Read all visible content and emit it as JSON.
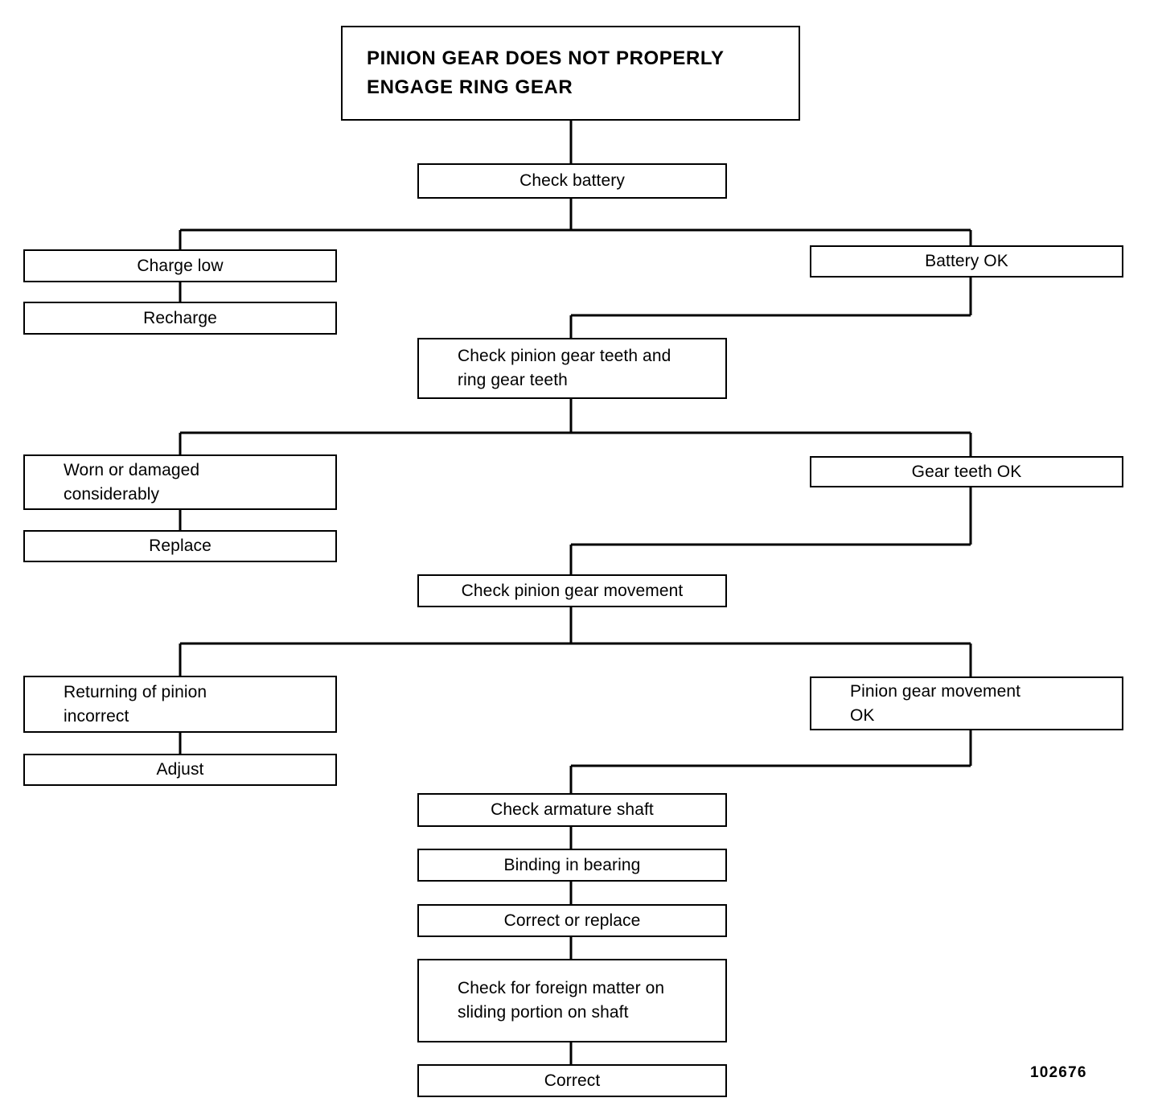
{
  "diagram": {
    "title": "PINION GEAR DOES NOT PROPERLY ENGAGE RING GEAR",
    "figure_id": "102676",
    "nodes": {
      "title_line1": "PINION GEAR DOES NOT PROPERLY",
      "title_line2": "ENGAGE RING GEAR",
      "check_battery": "Check battery",
      "charge_low": "Charge low",
      "recharge": "Recharge",
      "battery_ok": "Battery OK",
      "check_gear_teeth_line1": "Check pinion gear teeth and",
      "check_gear_teeth_line2": "ring gear teeth",
      "worn_line1": "Worn or damaged",
      "worn_line2": "considerably",
      "replace": "Replace",
      "gear_teeth_ok": "Gear teeth OK",
      "check_pinion_movement": "Check pinion gear movement",
      "returning_line1": "Returning of pinion",
      "returning_line2": "incorrect",
      "adjust": "Adjust",
      "movement_ok_line1": "Pinion gear movement",
      "movement_ok_line2": "OK",
      "check_armature_shaft": "Check armature shaft",
      "binding_in_bearing": "Binding in bearing",
      "correct_or_replace": "Correct or replace",
      "foreign_matter_line1": "Check for foreign matter on",
      "foreign_matter_line2": "sliding portion on shaft",
      "correct": "Correct"
    },
    "colors": {
      "line": "#000000",
      "background": "#ffffff",
      "text": "#000000"
    }
  }
}
